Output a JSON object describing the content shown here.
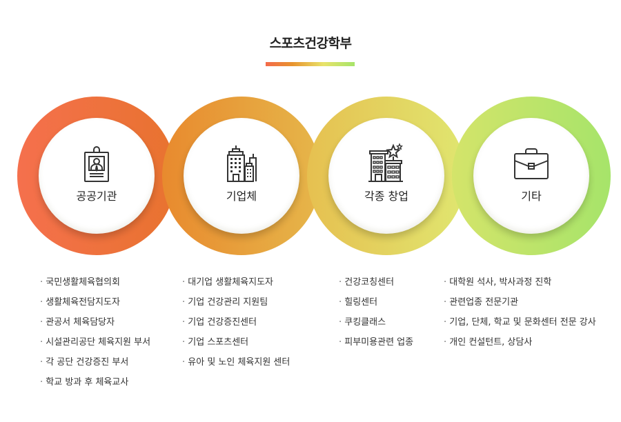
{
  "header": {
    "title": "스포츠건강학부"
  },
  "colors": {
    "orange_red": "#f5704d",
    "orange": "#e8892e",
    "yellow": "#e6e06a",
    "green": "#a6e46a"
  },
  "categories": [
    {
      "label": "공공기관",
      "icon": "id-badge-icon",
      "items": [
        "국민생활체육협의회",
        "생활체육전담지도자",
        "관공서 체육담당자",
        "시설관리공단 체육지원 부서",
        "각 공단 건강증진 부서",
        "학교 방과 후 체육교사"
      ]
    },
    {
      "label": "기업체",
      "icon": "office-buildings-icon",
      "items": [
        "대기업 생활체육지도자",
        "기업 건강관리 지원팀",
        "기업 건강증진센터",
        "기업 스포츠센터",
        "유아 및 노인 체육지원 센터"
      ]
    },
    {
      "label": "각종 창업",
      "icon": "startup-building-star-icon",
      "items": [
        "건강코칭센터",
        "힐링센터",
        "쿠킹클래스",
        "피부미용관련 업종"
      ]
    },
    {
      "label": "기타",
      "icon": "briefcase-icon",
      "items": [
        "대학원 석사, 박사과정 진학",
        "관련업종 전문기관",
        "기업, 단체, 학교 및 문화센터 전문 강사",
        "개인 컨설턴트, 상담사"
      ]
    }
  ]
}
